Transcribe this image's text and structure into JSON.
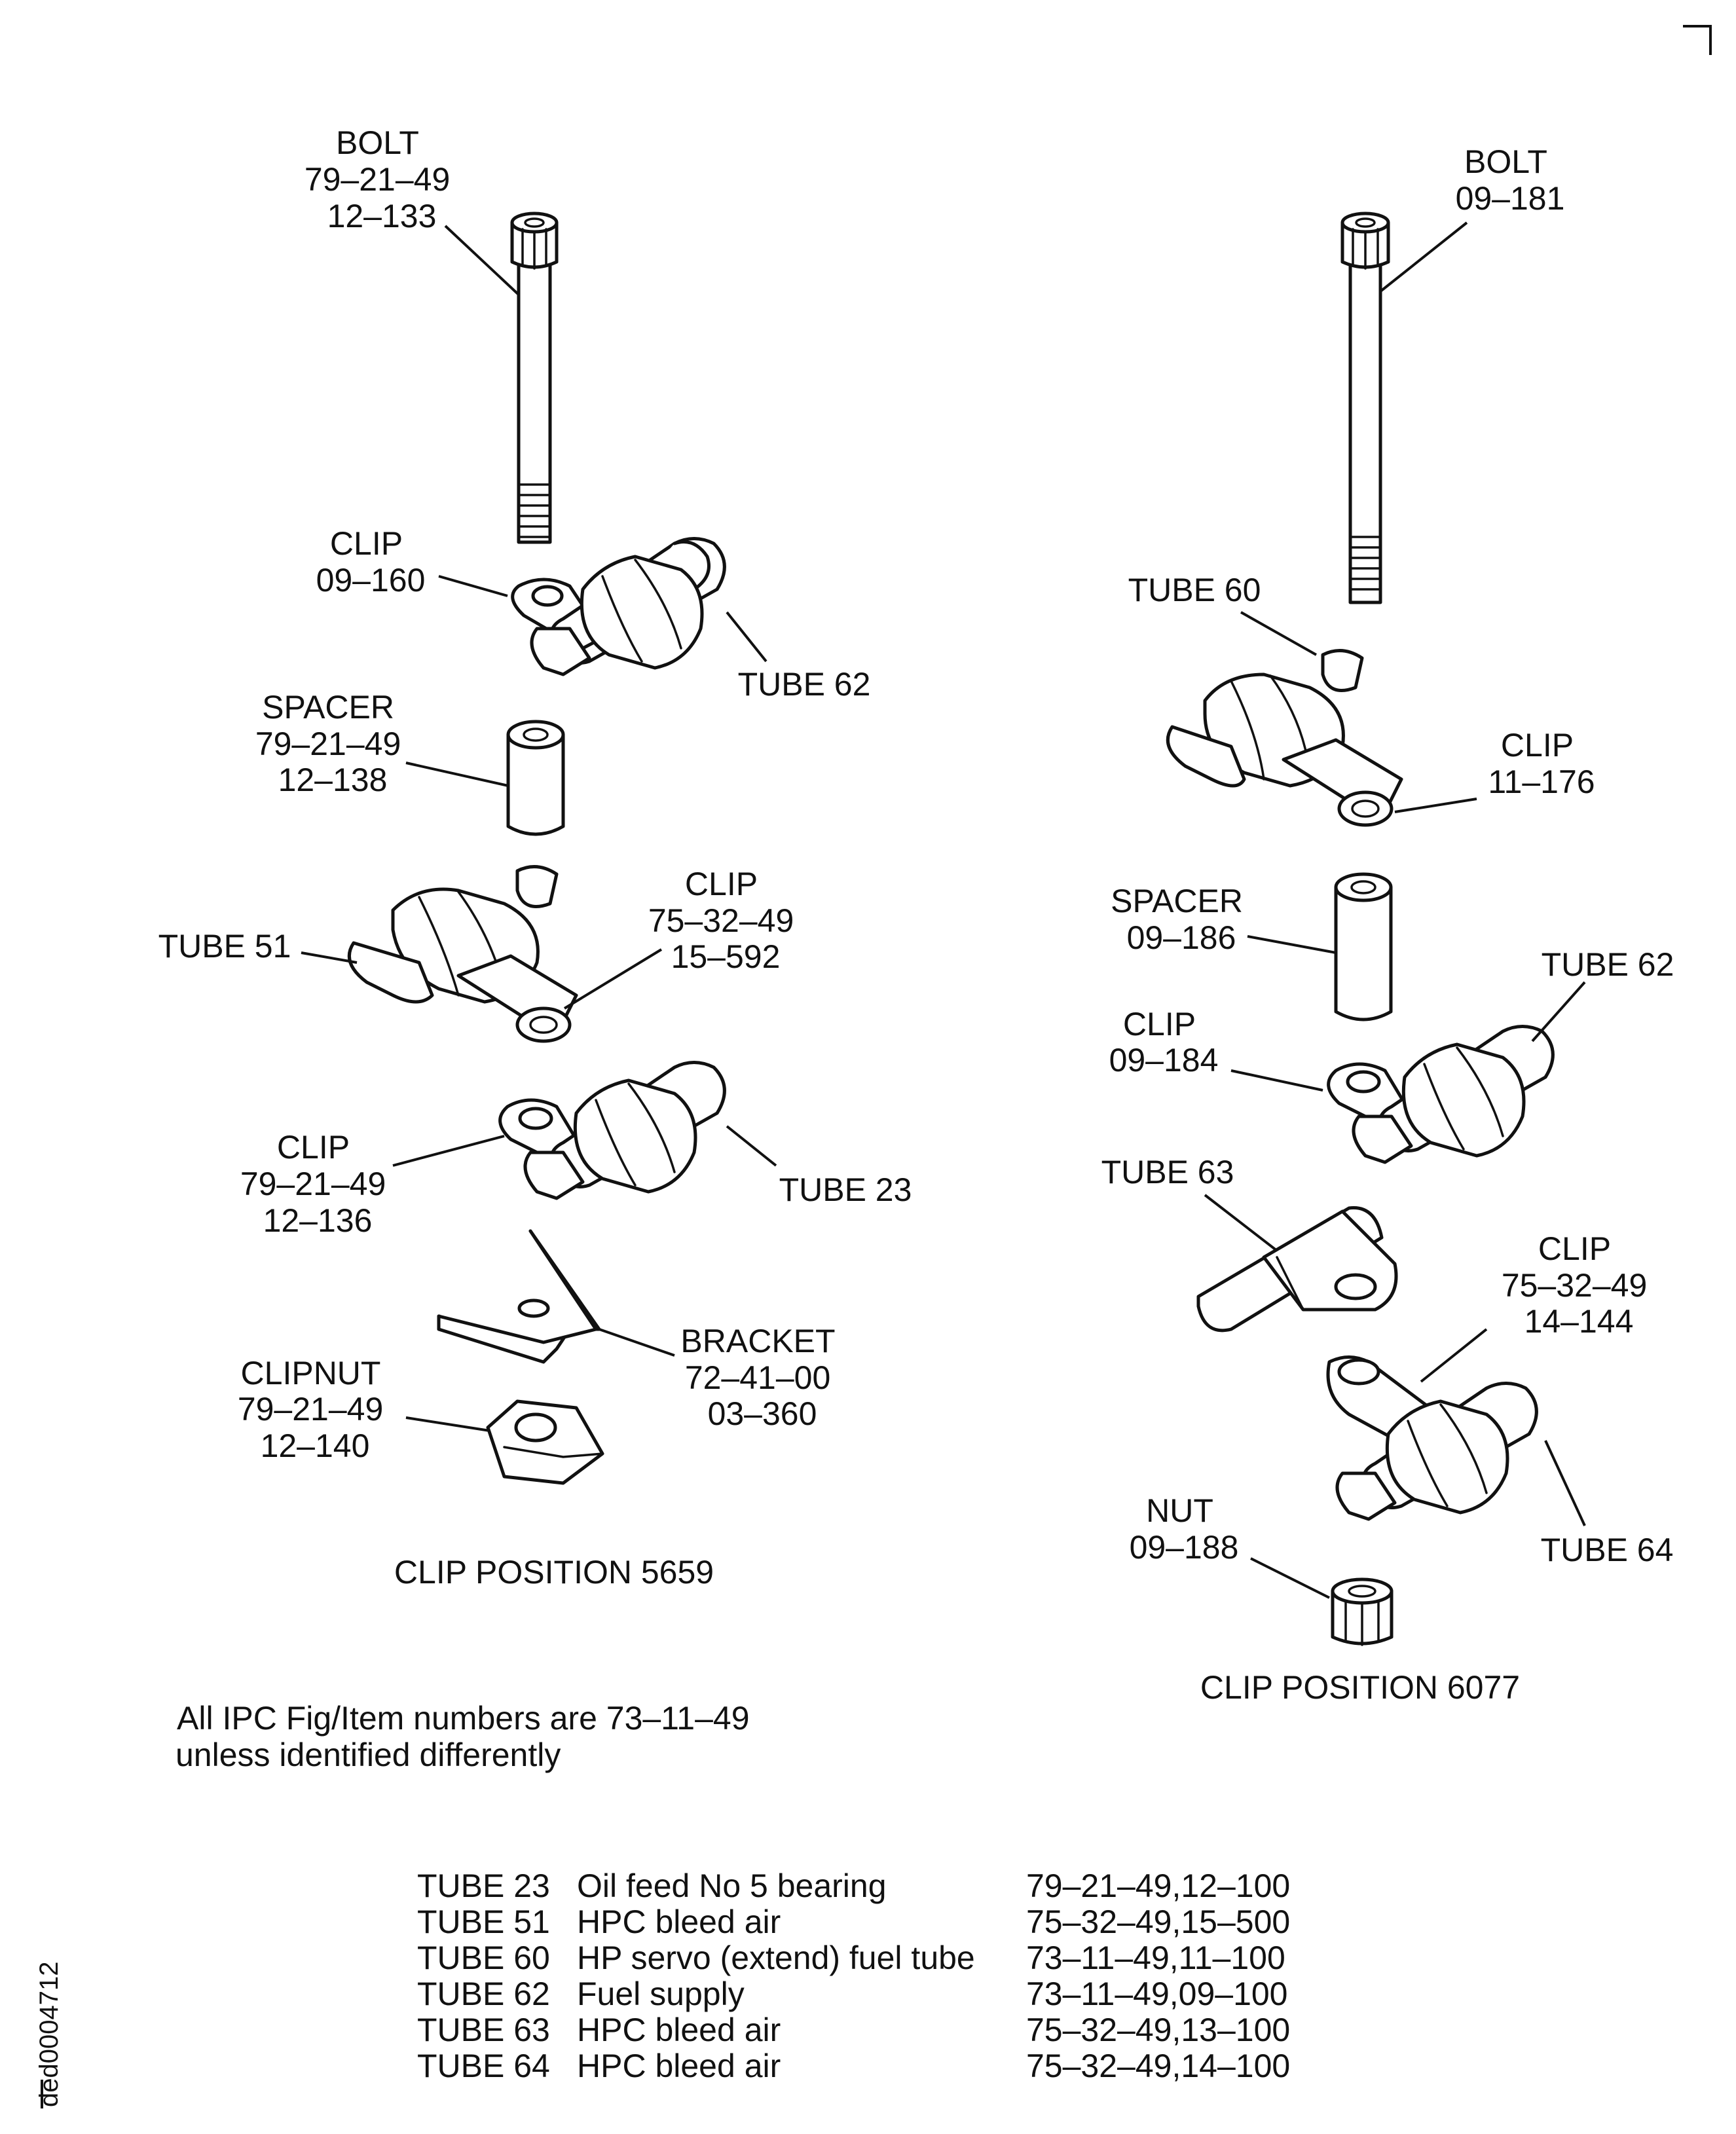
{
  "labels": {
    "bolt_left": [
      "BOLT",
      "79–21–49",
      "12–133"
    ],
    "clip_09_160": [
      "CLIP",
      "09–160"
    ],
    "tube62_left": [
      "TUBE 62"
    ],
    "spacer_left": [
      "SPACER",
      "79–21–49",
      "12–138"
    ],
    "clip_75_15": [
      "CLIP",
      "75–32–49",
      "15–592"
    ],
    "tube51": [
      "TUBE 51"
    ],
    "clip_79_136": [
      "CLIP",
      "79–21–49",
      "12–136"
    ],
    "tube23": [
      "TUBE 23"
    ],
    "bracket": [
      "BRACKET",
      "72–41–00",
      "03–360"
    ],
    "clipnut": [
      "CLIPNUT",
      "79–21–49",
      "12–140"
    ],
    "bolt_right": [
      "BOLT",
      "09–181"
    ],
    "tube60": [
      "TUBE 60"
    ],
    "clip_11_176": [
      "CLIP",
      "11–176"
    ],
    "spacer_right": [
      "SPACER",
      "09–186"
    ],
    "tube62_right": [
      "TUBE 62"
    ],
    "clip_09_184": [
      "CLIP",
      "09–184"
    ],
    "tube63": [
      "TUBE 63"
    ],
    "clip_75_14": [
      "CLIP",
      "75–32–49",
      "14–144"
    ],
    "nut": [
      "NUT",
      "09–188"
    ],
    "tube64": [
      "TUBE 64"
    ]
  },
  "captions": {
    "left": "CLIP POSITION 5659",
    "right": "CLIP POSITION 6077"
  },
  "note": [
    "All IPC Fig/Item numbers are 73–11–49",
    "unless identified differently"
  ],
  "tube_table": [
    {
      "tube": "TUBE 23",
      "desc": "Oil feed No 5 bearing",
      "ref": "79–21–49,12–100"
    },
    {
      "tube": "TUBE 51",
      "desc": "HPC bleed air",
      "ref": "75–32–49,15–500"
    },
    {
      "tube": "TUBE 60",
      "desc": "HP servo (extend) fuel tube",
      "ref": "73–11–49,11–100"
    },
    {
      "tube": "TUBE 62",
      "desc": "Fuel supply",
      "ref": "73–11–49,09–100"
    },
    {
      "tube": "TUBE 63",
      "desc": "HPC bleed air",
      "ref": "75–32–49,13–100"
    },
    {
      "tube": "TUBE 64",
      "desc": "HPC bleed air",
      "ref": "75–32–49,14–100"
    }
  ],
  "drawing_ref": "ded0004712"
}
